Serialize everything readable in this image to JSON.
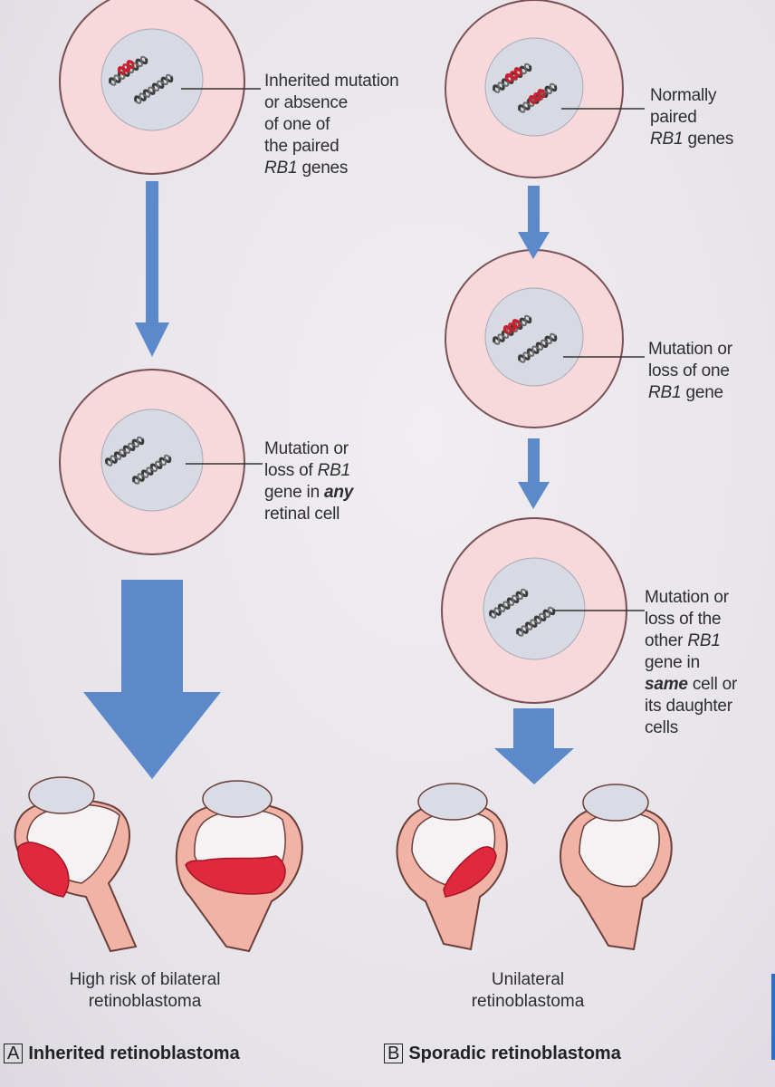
{
  "labels": {
    "inherited_mutation": [
      "Inherited mutation",
      "or absence",
      "of one of",
      "the paired",
      "RB1 genes"
    ],
    "normally_paired": [
      "Normally",
      "paired",
      "RB1 genes"
    ],
    "mutation_any_cell": [
      "Mutation or",
      "loss of RB1",
      "gene in any",
      "retinal cell"
    ],
    "mutation_one_gene": [
      "Mutation or",
      "loss of one",
      "RB1 gene"
    ],
    "mutation_other_gene": [
      "Mutation or",
      "loss of the",
      "other RB1",
      "gene in",
      "same cell or",
      "its daughter",
      "cells"
    ]
  },
  "captions": {
    "bilateral": [
      "High risk of bilateral",
      "retinoblastoma"
    ],
    "unilateral": [
      "Unilateral",
      "retinoblastoma"
    ]
  },
  "panels": {
    "a": {
      "letter": "A",
      "title": "Inherited retinoblastoma"
    },
    "b": {
      "letter": "B",
      "title": "Sporadic retinoblastoma"
    }
  },
  "colors": {
    "arrow": "#5b89c9",
    "cell_fill": "#f7d8db",
    "cell_stroke": "#8a5a5e",
    "nucleus": "#d7d9e3",
    "mutation_red": "#c8202e",
    "tumor": "#e0283e",
    "eye_tissue": "#f0b3a6"
  }
}
